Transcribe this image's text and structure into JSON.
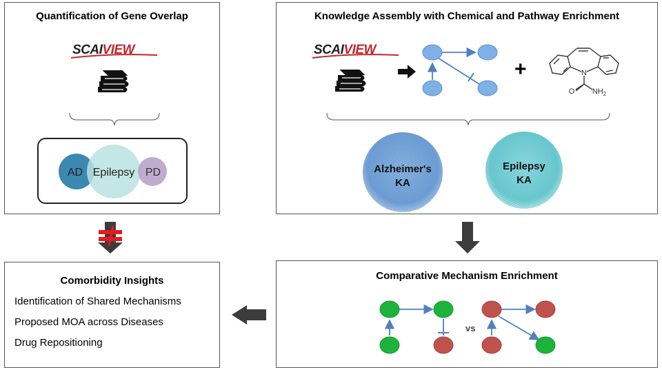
{
  "panel_gene_overlap": {
    "title": "Quantification of Gene Overlap",
    "logo": {
      "part1": "SCAI",
      "part2": "VIEW"
    },
    "venn": {
      "left": "AD",
      "center": "Epilepsy",
      "right": "PD"
    }
  },
  "panel_knowledge": {
    "title": "Knowledge Assembly with Chemical and Pathway Enrichment",
    "logo": {
      "part1": "SCAI",
      "part2": "VIEW"
    },
    "plus": "+",
    "molecule": {
      "atom_n": "N",
      "atom_o": "O",
      "nh2": "NH",
      "nh2_sub": "2"
    },
    "ka_alzheimers": {
      "line1": "Alzheimer's",
      "line2": "KA"
    },
    "ka_epilepsy": {
      "line1": "Epilepsy",
      "line2": "KA"
    }
  },
  "panel_comorbidity": {
    "title": "Comorbidity Insights",
    "items": [
      "Identification of Shared Mechanisms",
      "Proposed MOA across Diseases",
      "Drug Repositioning"
    ]
  },
  "panel_comparative": {
    "title": "Comparative Mechanism Enrichment",
    "vs": "vs"
  },
  "colors": {
    "node_blue": "#7fb0e6",
    "node_green": "#1db33a",
    "node_red": "#c0524d",
    "ad": "#3b88b1",
    "epilepsy": "#b8e3e2",
    "pd": "#b9a3c9",
    "arrow": "#3c3c3c",
    "not_equal": "#e8191c"
  }
}
